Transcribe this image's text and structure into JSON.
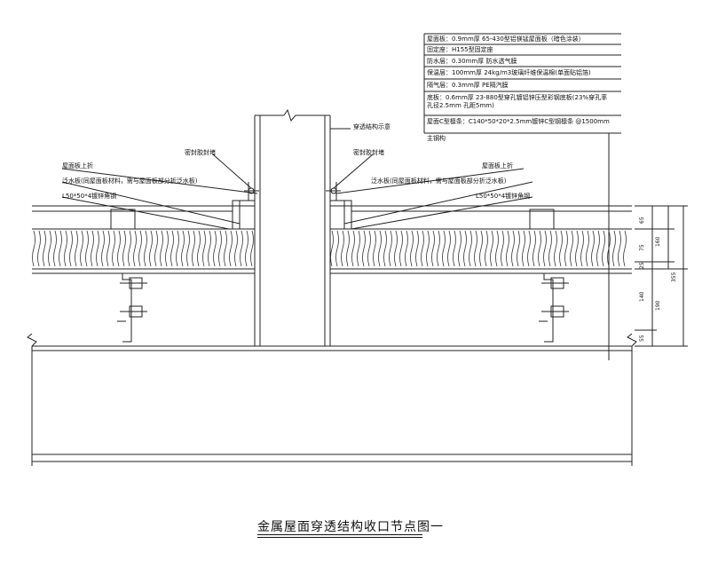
{
  "title": "金属屋面穿透结构收口节点图一",
  "spec_table": [
    "屋面板：0.9mm厚 65-430型铝镁锰屋面板（暗色涂装）",
    "固定座：H155型固定座",
    "防水层：0.30mm厚 防水透气膜",
    "保温层：100mm厚 24kg/m3玻璃纤维保温棉(单面贴铝箔)",
    "隔气层：0.3mm厚 PE隔汽膜",
    "底板：0.6mm厚 23-880型穿孔镀铝锌压型彩钢底板(23%穿孔率 孔径2.5mm 孔距5mm)",
    "屋面C型檩条：C140*50*20*2.5mm镀锌C型钢檩条 @1500mm",
    "主钢构"
  ],
  "labels": {
    "penetrating_structure": "穿透结构示意",
    "sealant_left": "密封胶封堵",
    "sealant_right": "密封胶封堵",
    "roof_upper_left": "屋面板上折",
    "roof_upper_right": "屋面板上折",
    "flashing_left": "泛水板(同屋面板材料，需与屋面板部分折泛水板)",
    "flashing_right": "泛水板(同屋面板材料，需与屋面板部分折泛水板)",
    "angle_left": "L50*50*4镀锌角钢",
    "angle_right": "L50*50*4镀锌角钢"
  },
  "dimensions": {
    "d1": "65",
    "d2": "75",
    "d3": "25",
    "d_group1": "160",
    "d4": "140",
    "d5": "190",
    "d6": "55",
    "d_total": "355"
  }
}
